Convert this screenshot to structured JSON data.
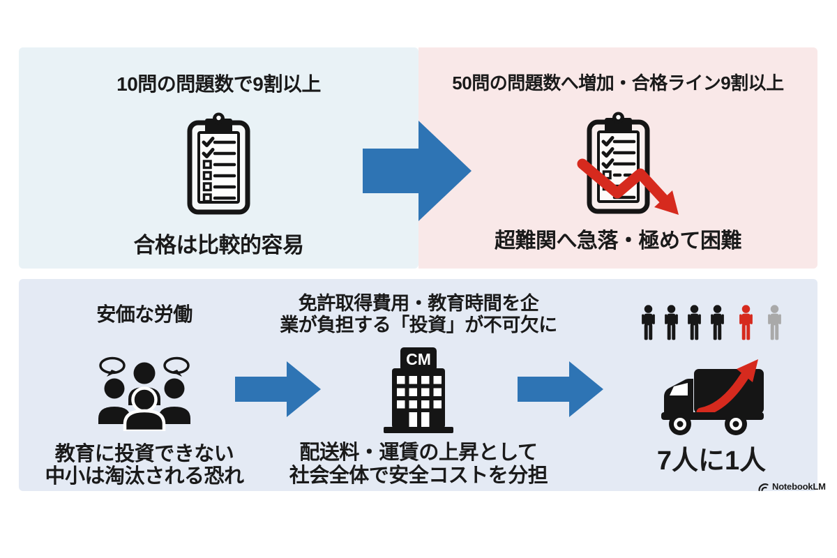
{
  "colors": {
    "panel_top_left_bg": "#e9f2f6",
    "panel_top_right_bg": "#f9e8e8",
    "panel_bottom_bg": "#e4eaf4",
    "arrow_blue": "#2e74b4",
    "accent_red": "#d62a1e",
    "icon_black": "#171717",
    "person_gray": "#a9a9a9",
    "text": "#1a1a1a"
  },
  "top_left": {
    "title": "10問の問題数で9割以上",
    "caption": "合格は比較的容易"
  },
  "top_right": {
    "title": "50問の問題数へ増加・合格ライン9割以上",
    "caption": "超難関へ急落・極めて困難"
  },
  "bottom": {
    "step1": {
      "title": "安価な労働",
      "caption": "教育に投資できない\n中小は淘汰される恐れ"
    },
    "step2": {
      "title": "免許取得費用・教育時間を企\n業が負担する「投資」が不可欠に",
      "building_label": "CM",
      "caption": "配送料・運賃の上昇として\n社会全体で安全コストを分担"
    },
    "step3": {
      "people_colors": [
        "#171717",
        "#171717",
        "#171717",
        "#171717",
        "#d62a1e",
        "#a9a9a9"
      ],
      "caption": "7人に1人"
    }
  },
  "watermark": {
    "label": "NotebookLM"
  },
  "icons": {
    "clipboard-checklist-icon": "clipboard with 2 checks and 4 empty boxes",
    "clipboard-decline-icon": "clipboard with checks crossed by red falling zigzag arrow",
    "people-group-icon": "four person busts with two speech bubbles",
    "building-cm-icon": "office building labeled CM",
    "person-icon": "standing person pictogram row (4 black, 1 red, 1 gray)",
    "truck-growth-icon": "delivery truck with red rising arrow",
    "transition-arrow-icon": "large blue right arrow",
    "flow-arrow-icon": "blue right arrow",
    "notebooklm-logo-icon": "arc wave logo"
  }
}
